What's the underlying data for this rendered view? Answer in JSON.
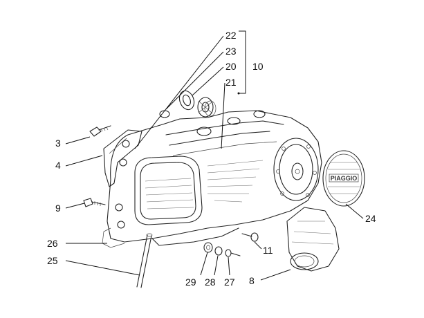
{
  "diagram": {
    "type": "exploded-parts-view",
    "labels": [
      {
        "id": "22",
        "text": "22"
      },
      {
        "id": "23",
        "text": "23"
      },
      {
        "id": "20",
        "text": "20"
      },
      {
        "id": "10",
        "text": "10"
      },
      {
        "id": "21",
        "text": "21"
      },
      {
        "id": "3",
        "text": "3"
      },
      {
        "id": "4",
        "text": "4"
      },
      {
        "id": "9",
        "text": "9"
      },
      {
        "id": "26",
        "text": "26"
      },
      {
        "id": "25",
        "text": "25"
      },
      {
        "id": "24",
        "text": "24"
      },
      {
        "id": "11",
        "text": "11"
      },
      {
        "id": "29",
        "text": "29"
      },
      {
        "id": "28",
        "text": "28"
      },
      {
        "id": "27",
        "text": "27"
      },
      {
        "id": "8",
        "text": "8"
      }
    ],
    "cover_logo_text": "PIAGGIO",
    "colors": {
      "ink": "#222222",
      "background": "#ffffff"
    }
  }
}
